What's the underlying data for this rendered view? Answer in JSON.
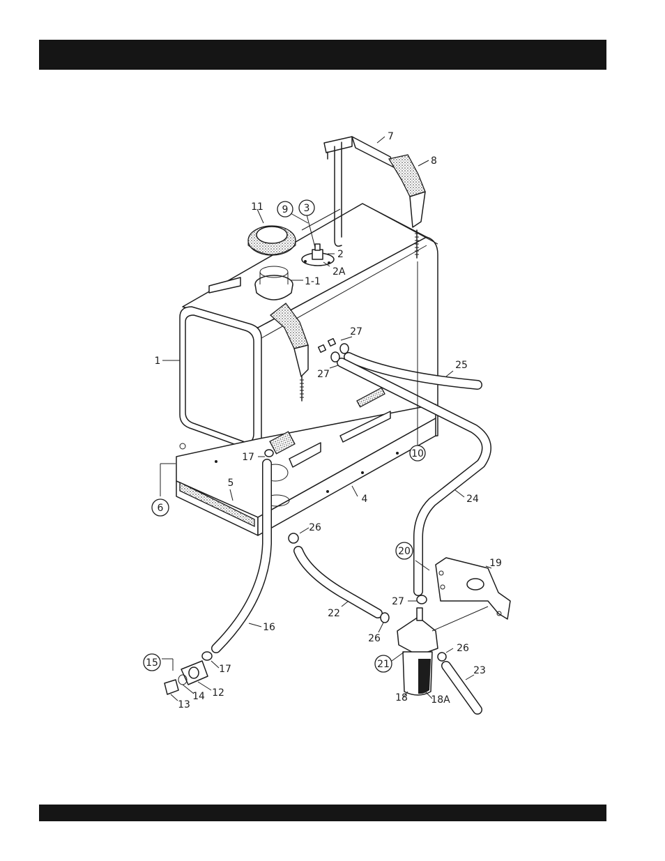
{
  "header_bar": {
    "color": "#151515"
  },
  "footer_bar": {
    "color": "#151515"
  },
  "callouts": [
    {
      "id": "c11",
      "text": "11",
      "circled": false
    },
    {
      "id": "c9",
      "text": "9",
      "circled": true
    },
    {
      "id": "c3",
      "text": "3",
      "circled": true
    },
    {
      "id": "c2",
      "text": "2",
      "circled": false
    },
    {
      "id": "c2a",
      "text": "2A",
      "circled": false
    },
    {
      "id": "c1-1",
      "text": "1-1",
      "circled": false
    },
    {
      "id": "c7",
      "text": "7",
      "circled": false
    },
    {
      "id": "c8",
      "text": "8",
      "circled": false
    },
    {
      "id": "c1",
      "text": "1",
      "circled": false
    },
    {
      "id": "c27a",
      "text": "27",
      "circled": false
    },
    {
      "id": "c27b",
      "text": "27",
      "circled": false
    },
    {
      "id": "c25",
      "text": "25",
      "circled": false
    },
    {
      "id": "c10",
      "text": "10",
      "circled": true
    },
    {
      "id": "c17a",
      "text": "17",
      "circled": false
    },
    {
      "id": "c5",
      "text": "5",
      "circled": false
    },
    {
      "id": "c4",
      "text": "4",
      "circled": false
    },
    {
      "id": "c6",
      "text": "6",
      "circled": true
    },
    {
      "id": "c24",
      "text": "24",
      "circled": false
    },
    {
      "id": "c26a",
      "text": "26",
      "circled": false
    },
    {
      "id": "c20",
      "text": "20",
      "circled": true
    },
    {
      "id": "c19",
      "text": "19",
      "circled": false
    },
    {
      "id": "c27c",
      "text": "27",
      "circled": false
    },
    {
      "id": "c22",
      "text": "22",
      "circled": false
    },
    {
      "id": "c16",
      "text": "16",
      "circled": false
    },
    {
      "id": "c26b",
      "text": "26",
      "circled": false
    },
    {
      "id": "c21",
      "text": "21",
      "circled": true
    },
    {
      "id": "c26c",
      "text": "26",
      "circled": false
    },
    {
      "id": "c23",
      "text": "23",
      "circled": false
    },
    {
      "id": "c15",
      "text": "15",
      "circled": true
    },
    {
      "id": "c17b",
      "text": "17",
      "circled": false
    },
    {
      "id": "c12",
      "text": "12",
      "circled": false
    },
    {
      "id": "c14",
      "text": "14",
      "circled": false
    },
    {
      "id": "c13",
      "text": "13",
      "circled": false
    },
    {
      "id": "c18",
      "text": "18",
      "circled": false
    },
    {
      "id": "c18a",
      "text": "18A",
      "circled": false
    }
  ]
}
